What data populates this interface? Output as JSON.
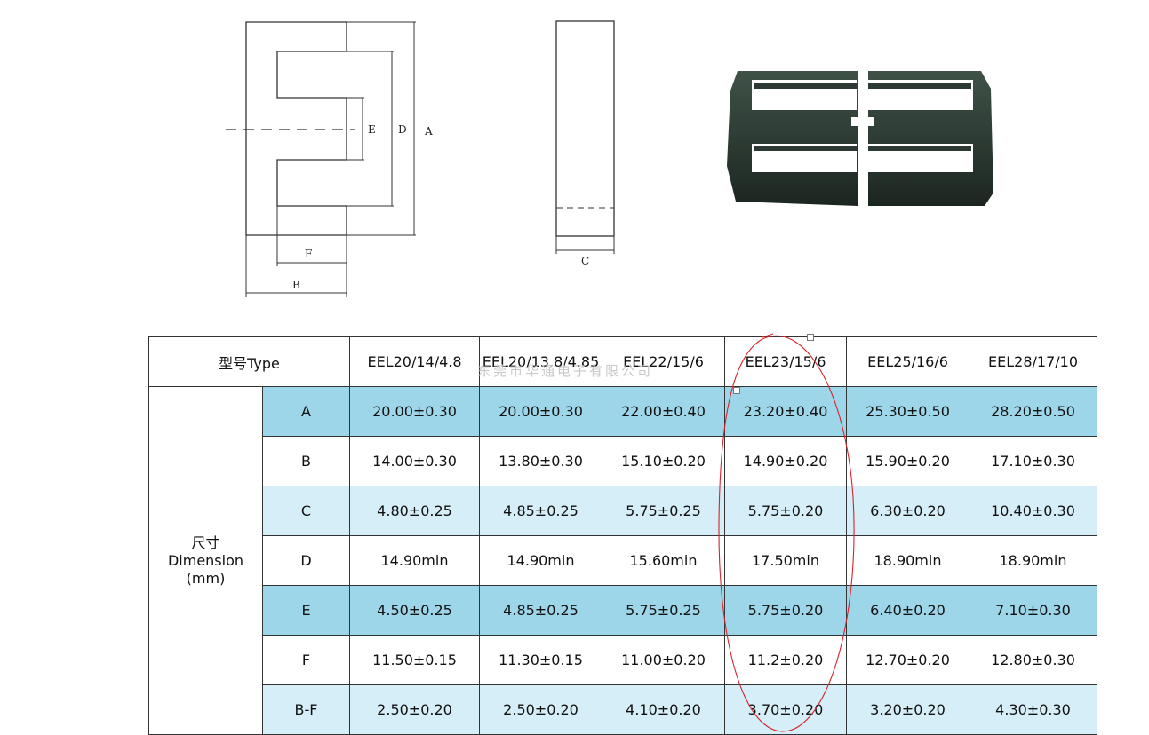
{
  "drawing": {
    "front_labels": {
      "E": "E",
      "D": "D",
      "A": "A",
      "F": "F",
      "B": "B"
    },
    "side_label": "C"
  },
  "photo": {
    "subject": "EEL ferrite core photo"
  },
  "watermark": "东莞市华通电子有限公司",
  "table": {
    "type_header": "型号Type",
    "models": [
      "EEL20/14/4.8",
      "EEL20/13.8/4.85",
      "EEL22/15/6",
      "EEL23/15/6",
      "EEL25/16/6",
      "EEL28/17/10"
    ],
    "group_label": {
      "cn": "尺寸",
      "en": "Dimension",
      "unit": "(mm)"
    },
    "rows": [
      {
        "label": "A",
        "values": [
          "20.00±0.30",
          "20.00±0.30",
          "22.00±0.40",
          "23.20±0.40",
          "25.30±0.50",
          "28.20±0.50"
        ],
        "shade": "dark"
      },
      {
        "label": "B",
        "values": [
          "14.00±0.30",
          "13.80±0.30",
          "15.10±0.20",
          "14.90±0.20",
          "15.90±0.20",
          "17.10±0.30"
        ],
        "shade": "plain"
      },
      {
        "label": "C",
        "values": [
          "4.80±0.25",
          "4.85±0.25",
          "5.75±0.25",
          "5.75±0.20",
          "6.30±0.20",
          "10.40±0.30"
        ],
        "shade": "light"
      },
      {
        "label": "D",
        "values": [
          "14.90min",
          "14.90min",
          "15.60min",
          "17.50min",
          "18.90min",
          "18.90min"
        ],
        "shade": "plain"
      },
      {
        "label": "E",
        "values": [
          "4.50±0.25",
          "4.85±0.25",
          "5.75±0.25",
          "5.75±0.20",
          "6.40±0.20",
          "7.10±0.30"
        ],
        "shade": "dark"
      },
      {
        "label": "F",
        "values": [
          "11.50±0.15",
          "11.30±0.15",
          "11.00±0.20",
          "11.2±0.20",
          "12.70±0.20",
          "12.80±0.30"
        ],
        "shade": "plain"
      },
      {
        "label": "B-F",
        "values": [
          "2.50±0.20",
          "2.50±0.20",
          "4.10±0.20",
          "3.70±0.20",
          "3.20±0.20",
          "4.30±0.30"
        ],
        "shade": "light"
      }
    ]
  },
  "colors": {
    "dark_row": "#9dd6e8",
    "light_row": "#d6eef7",
    "annotation": "#d8232a"
  }
}
